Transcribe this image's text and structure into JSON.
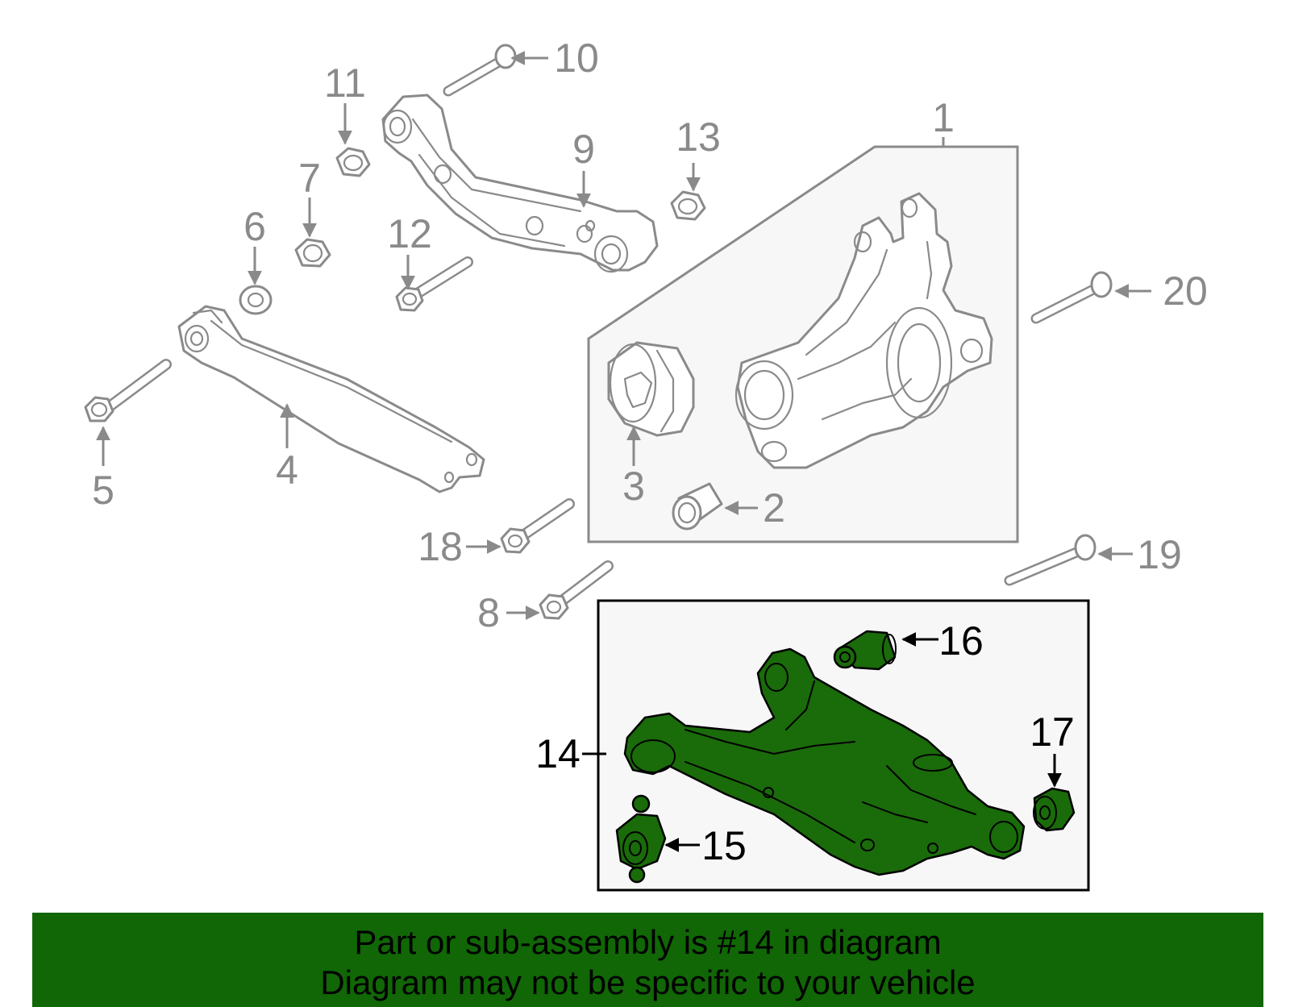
{
  "diagram": {
    "callouts": [
      "1",
      "2",
      "3",
      "4",
      "5",
      "6",
      "7",
      "8",
      "9",
      "10",
      "11",
      "12",
      "13",
      "14",
      "15",
      "16",
      "17",
      "18",
      "19",
      "20"
    ],
    "highlighted_part": "14",
    "colors": {
      "highlight": "#1a6b0a",
      "banner": "#116606",
      "line": "#8a8a8a",
      "panel": "#f7f7f7"
    }
  },
  "banner": {
    "line1": "Part or sub-assembly is #14 in diagram",
    "line2": "Diagram may not be specific to your vehicle"
  }
}
